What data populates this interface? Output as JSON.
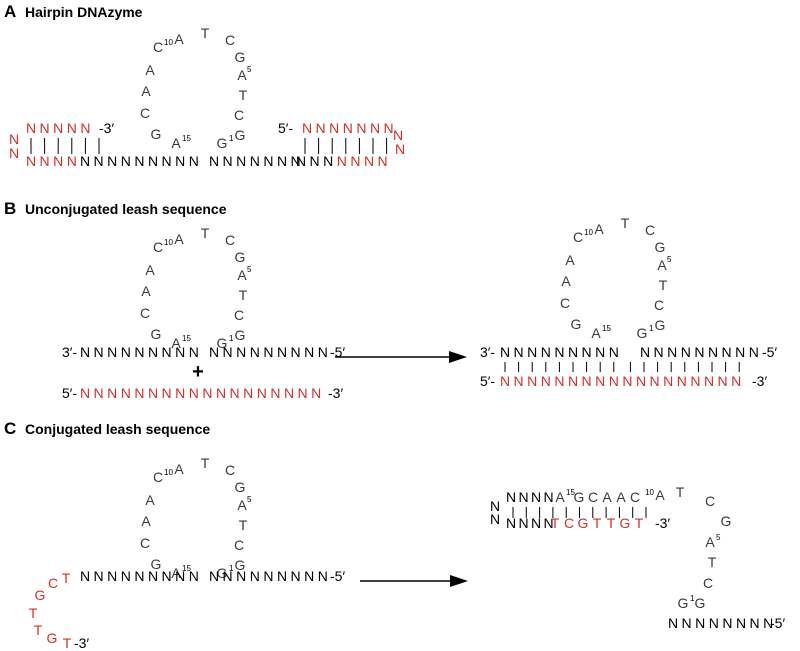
{
  "panels": [
    {
      "label": "A",
      "title": "Hairpin DNAzyme"
    },
    {
      "label": "B",
      "title": "Unconjugated leash sequence"
    },
    {
      "label": "C",
      "title": "Conjugated leash sequence"
    }
  ],
  "nucleotides": {
    "N": "N",
    "A": "A",
    "T": "T",
    "C": "C",
    "G": "G"
  },
  "ends": {
    "three_prime": "3′",
    "five_prime": "5′",
    "three_prime_dash": "-3′",
    "five_prime_dash": "-5′",
    "three_prime_prefix": "3′-",
    "five_prime_prefix": "5′-"
  },
  "superscripts": {
    "one": "1",
    "five": "5",
    "ten": "10",
    "fifteen": "15"
  },
  "symbols": {
    "plus": "+"
  },
  "colors": {
    "strand": "#000000",
    "loop": "#3a3a3a",
    "leash": "#d0312d"
  }
}
